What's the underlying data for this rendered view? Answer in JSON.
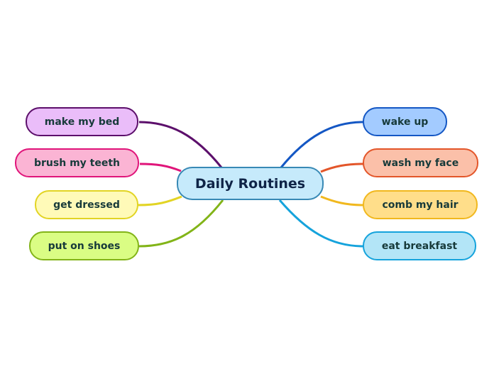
{
  "central_topic": "Daily Routines",
  "left_branches": [
    {
      "label": "make my bed",
      "fill": "#eabdf9",
      "border": "#5c0f6b",
      "line": "#5c0f6b"
    },
    {
      "label": "brush my teeth",
      "fill": "#fbb4d4",
      "border": "#e0157a",
      "line": "#e0157a"
    },
    {
      "label": "get dressed",
      "fill": "#fffab8",
      "border": "#e2d424",
      "line": "#e2d424"
    },
    {
      "label": "put on shoes",
      "fill": "#dafd84",
      "border": "#82b418",
      "line": "#82b418"
    }
  ],
  "right_branches": [
    {
      "label": "wake up",
      "fill": "#a3cbff",
      "border": "#1457c4",
      "line": "#1457c4"
    },
    {
      "label": "wash my face",
      "fill": "#fbc0a9",
      "border": "#e3562a",
      "line": "#e3562a"
    },
    {
      "label": "comb my hair",
      "fill": "#ffde8a",
      "border": "#f1b81e",
      "line": "#f1b81e"
    },
    {
      "label": "eat breakfast",
      "fill": "#b3e5f7",
      "border": "#15a3dc",
      "line": "#15a3dc"
    }
  ]
}
